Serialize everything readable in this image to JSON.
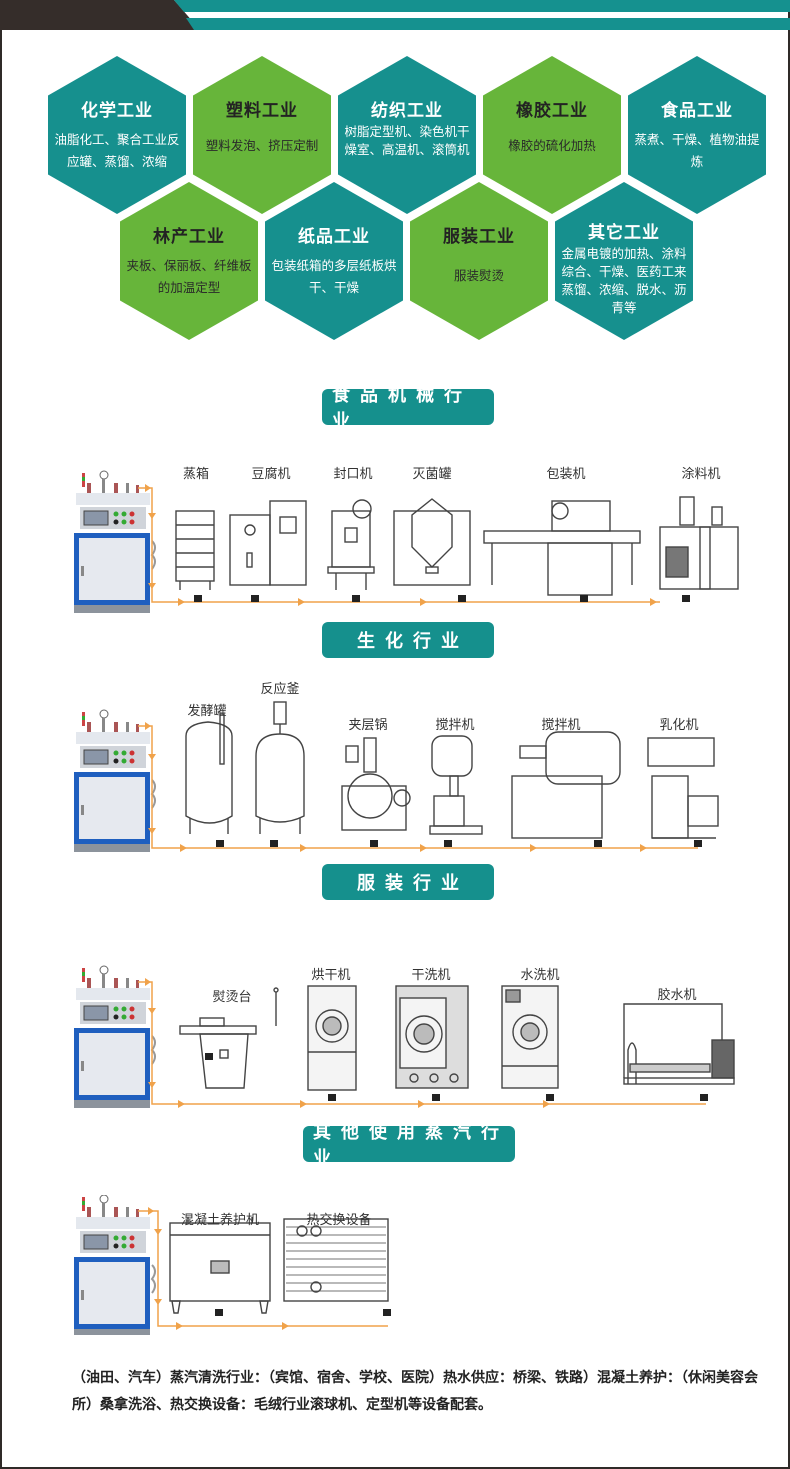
{
  "colors": {
    "teal": "#16908e",
    "green": "#67b53a",
    "dark": "#352d2a",
    "pipe": "#f0a24a",
    "boiler_blue": "#1f5fbf"
  },
  "industries": [
    {
      "title": "化学工业",
      "desc": "油脂化工、聚合工业反应罐、蒸馏、浓缩",
      "color": "teal"
    },
    {
      "title": "塑料工业",
      "desc": "塑料发泡、挤压定制",
      "color": "green"
    },
    {
      "title": "纺织工业",
      "desc": "树脂定型机、染色机干燥室、高温机、滚筒机",
      "color": "teal"
    },
    {
      "title": "橡胶工业",
      "desc": "橡胶的硫化加热",
      "color": "green"
    },
    {
      "title": "食品工业",
      "desc": "蒸煮、干燥、植物油提炼",
      "color": "teal"
    },
    {
      "title": "林产工业",
      "desc": "夹板、保丽板、纤维板的加温定型",
      "color": "green"
    },
    {
      "title": "纸品工业",
      "desc": "包装纸箱的多层纸板烘干、干燥",
      "color": "teal"
    },
    {
      "title": "服装工业",
      "desc": "服装熨烫",
      "color": "green"
    },
    {
      "title": "其它工业",
      "desc": "金属电镀的加热、涂料综合、干燥、医药工来蒸馏、浓缩、脱水、沥青等",
      "color": "teal"
    }
  ],
  "sections": [
    {
      "banner": "食品机械行业",
      "machines": [
        "蒸箱",
        "豆腐机",
        "封口机",
        "灭菌罐",
        "包装机",
        "涂料机"
      ]
    },
    {
      "banner": "生化行业",
      "machines": [
        "发酵罐",
        "反应釜",
        "夹层锅",
        "搅拌机",
        "搅拌机",
        "乳化机"
      ]
    },
    {
      "banner": "服装行业",
      "machines": [
        "熨烫台",
        "烘干机",
        "干洗机",
        "水洗机",
        "胶水机"
      ]
    },
    {
      "banner": "其他使用蒸汽行业",
      "machines": [
        "混凝土养护机",
        "热交换设备"
      ]
    }
  ],
  "footer": "（油田、汽车）蒸汽清洗行业：（宾馆、宿舍、学校、医院）热水供应：桥梁、铁路）混凝土养护：（休闲美容会所）桑拿洗浴、热交换设备：毛绒行业滚球机、定型机等设备配套。"
}
